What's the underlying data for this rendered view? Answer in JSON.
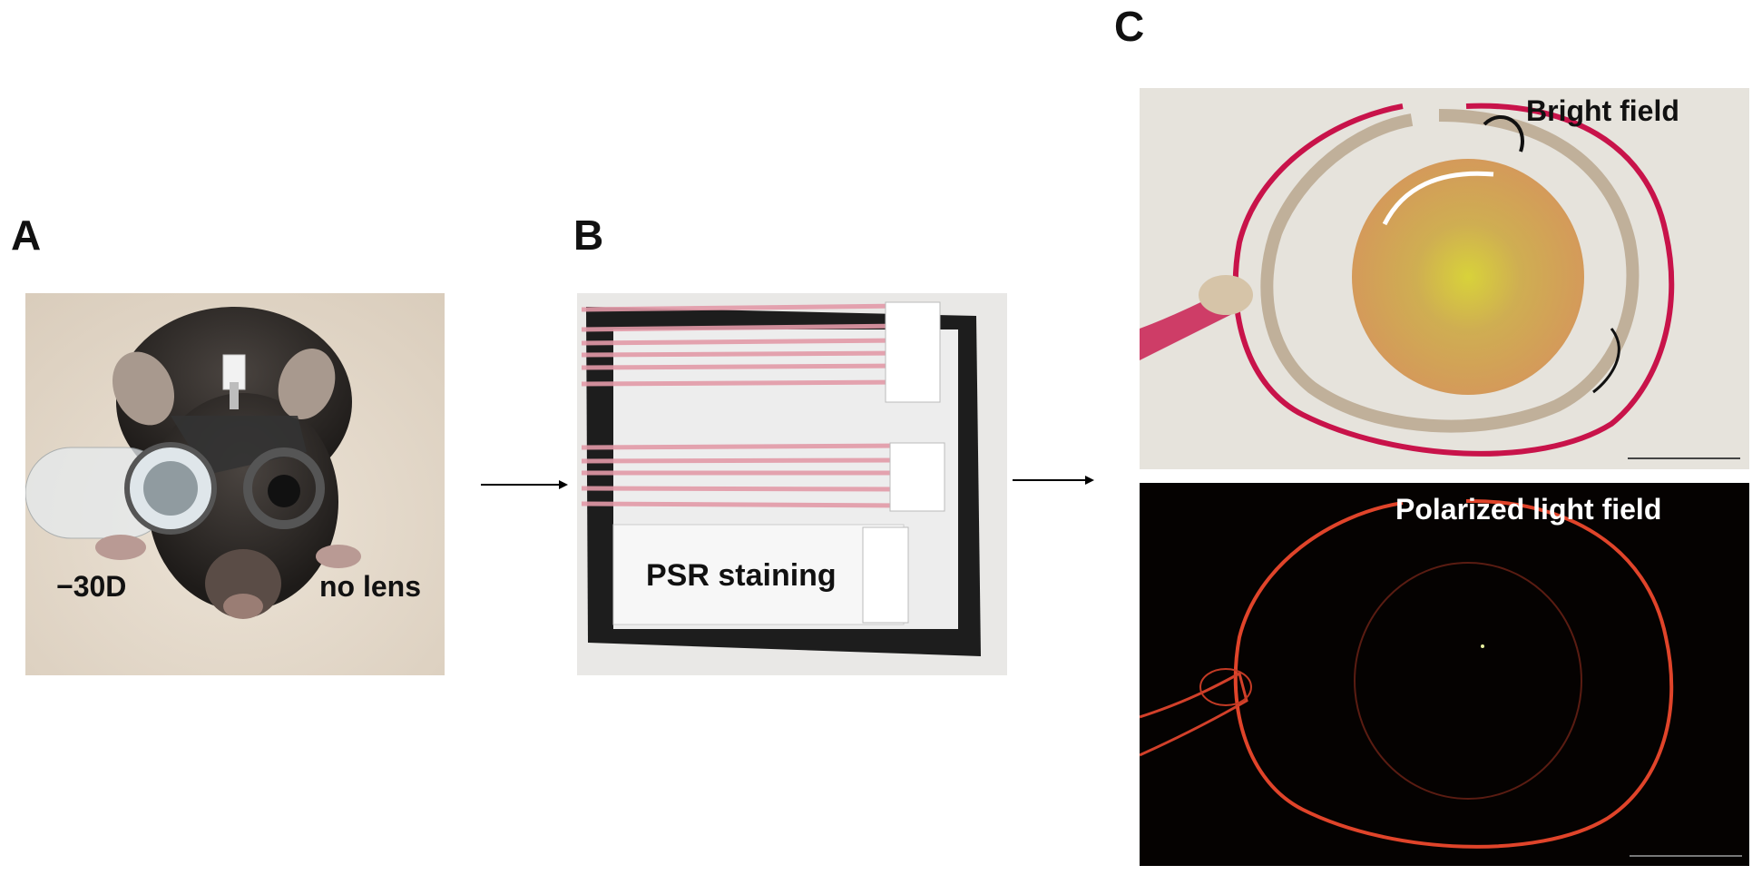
{
  "panels": {
    "a": {
      "letter": "A",
      "labels": {
        "left": "−30D",
        "right": "no lens"
      }
    },
    "b": {
      "letter": "B",
      "label": "PSR staining"
    },
    "c": {
      "letter": "C",
      "top_label": "Bright field",
      "bottom_label": "Polarized light field"
    }
  },
  "colors": {
    "stain_red": "#c8134a",
    "lens_orange": "#d49a5a",
    "lens_yellow": "#d8d23a",
    "polarized_red": "#e0442a",
    "background": "#ffffff"
  }
}
